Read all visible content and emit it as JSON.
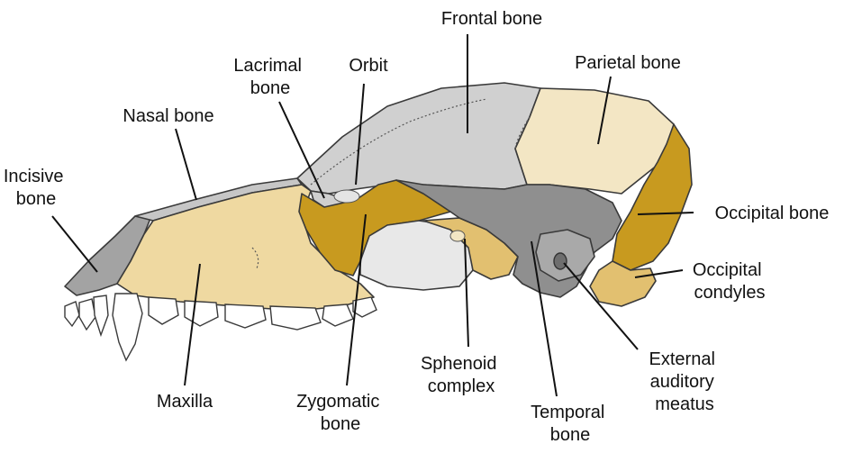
{
  "colors": {
    "gray_bone": "#a3a3a3",
    "light_gray_bone": "#d0d0d0",
    "pale_bone": "#f3e6c4",
    "tan_bone": "#efd9a1",
    "gold_bone": "#c89a1f",
    "dark_gray_bone": "#8f8f8f",
    "tooth": "#ffffff"
  },
  "labels": {
    "frontal_bone": "Frontal bone",
    "orbit": "Orbit",
    "lacrimal_bone": [
      "Lacrimal",
      "bone"
    ],
    "parietal_bone": "Parietal bone",
    "nasal_bone": "Nasal bone",
    "incisive_bone": [
      "Incisive",
      "bone"
    ],
    "occipital_bone": "Occipital bone",
    "occipital_condyles": [
      "Occipital",
      "condyles"
    ],
    "maxilla": "Maxilla",
    "zygomatic_bone": [
      "Zygomatic",
      "bone"
    ],
    "sphenoid_complex": [
      "Sphenoid",
      "complex"
    ],
    "temporal_bone": [
      "Temporal",
      "bone"
    ],
    "external_auditory_meatus": [
      "External",
      "auditory",
      "meatus"
    ]
  }
}
